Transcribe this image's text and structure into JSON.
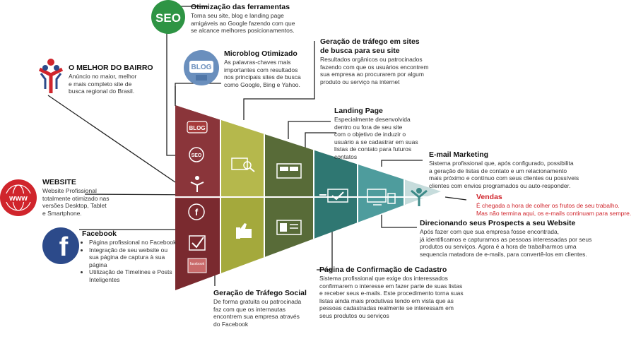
{
  "seo": {
    "icon_label": "SEO",
    "title": "Otimização das ferramentas",
    "lines": [
      "Torna seu site, blog e landing page",
      "amigáveis ao Google fazendo com que",
      "se alcance melhores posicionamentos."
    ]
  },
  "blog": {
    "icon_label": "BLOG",
    "title": "Microblog Otimizado",
    "lines": [
      "As palavras-chaves mais",
      "importantes com resultados",
      "nos principais sites de busca",
      "como Google, Bing e Yahoo."
    ]
  },
  "geracao_busca": {
    "title_lines": [
      "Geração de tráfego em sites",
      "de busca para seu site"
    ],
    "lines": [
      "Resultados orgânicos ou patrocinados",
      "fazendo com que os usuários encontrem",
      "sua empresa ao procurarem por algum",
      "produto ou serviço na internet"
    ]
  },
  "bairro": {
    "title": "O MELHOR DO BAIRRO",
    "lines": [
      "Anúncio no maior, melhor",
      "e mais completo site de",
      "busca regional do Brasil."
    ]
  },
  "landing": {
    "title": "Landing Page",
    "lines": [
      "Especialmente desenvolvida",
      "dentro ou fora de seu site",
      "com o objetivo de induzir o",
      "usuário a se cadastrar em suas",
      "listas de contato para futuros",
      "contatos"
    ]
  },
  "email": {
    "title": "E-mail Marketing",
    "lines": [
      "Sistema profissional que, após configurado, possibilita",
      "a geração de listas de contato e um relacionamento",
      "mais próximo e contínuo com seus clientes ou possíveis",
      "clientes com envios programados ou auto-responder."
    ]
  },
  "website": {
    "icon_label": "www",
    "title": "WEBSITE",
    "lines": [
      "Website Profissional",
      "totalmente otimizado nas",
      "versões Desktop, Tablet",
      "e Smartphone."
    ]
  },
  "vendas": {
    "title": "Vendas",
    "lines": [
      "É chegada a hora de colher os frutos de seu trabalho.",
      "Mas não termina aqui, os e-mails continuam para sempre."
    ]
  },
  "facebook": {
    "title": "Facebook",
    "items": [
      "Página profissional no Facebook",
      "Integração de seu website ou sua página de captura à sua página",
      "Utilização de Timelines e Posts Inteligentes"
    ]
  },
  "prospects": {
    "title": "Direcionando seus Prospects a seu Website",
    "lines": [
      "Após fazer com que sua empresa fosse encontrada,",
      "já identificamos e capturamos as pessoas interessadas por seus",
      "produtos ou serviços. Agora é a hora de trabalharmos  uma",
      "sequencia matadora de e-mails, para convertê-los em clientes."
    ]
  },
  "confirmacao": {
    "title": "Página de Confirmação de Cadastro",
    "lines": [
      "Sistema profissional que exige dos interessados",
      "confirmarem o interesse em fazer parte de suas listas",
      "e receber seus e-mails. Este procedimento torna suas",
      "listas ainda mais produtivas tendo em vista que as",
      "pessoas cadastradas realmente se interessam em",
      "seus produtos ou serviços"
    ]
  },
  "social": {
    "title": "Geração de Tráfego Social",
    "lines": [
      "De forma gratuita ou patrocinada",
      "faz com que os internautas",
      "encontrem sua empresa através",
      "do Facebook"
    ]
  },
  "funnel_labels": {
    "blog_badge": "BLOG",
    "seo_badge": "SEO",
    "fb_badge": "f",
    "strip_top": "BLOG",
    "strip_bottom": "facebook"
  },
  "colors": {
    "seo_green": "#2e9444",
    "blog_blue": "#6a8fbd",
    "web_red": "#d0252c",
    "fb_navy": "#2c4a8a",
    "funnel_maroon": "#7a2a2f",
    "funnel_olive": "#a4a93c",
    "funnel_teal": "#2f7772",
    "funnel_light_teal": "#4e9c9d",
    "funnel_pale": "#c6dcdc",
    "vendas_red": "#e0252e"
  }
}
